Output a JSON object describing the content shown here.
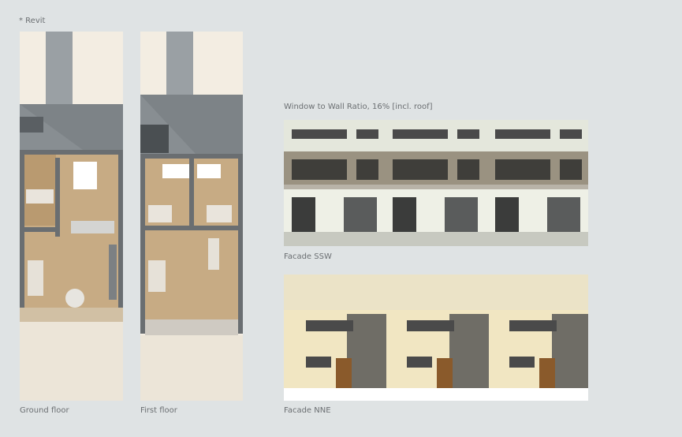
{
  "note": "* Revit",
  "plans": [
    {
      "caption": "Ground floor"
    },
    {
      "caption": "First floor"
    }
  ],
  "facades": {
    "wwr_caption": "Window to Wall Ratio, 16% [incl. roof]",
    "ssw_caption": "Facade SSW",
    "nne_caption": "Facade NNE"
  }
}
